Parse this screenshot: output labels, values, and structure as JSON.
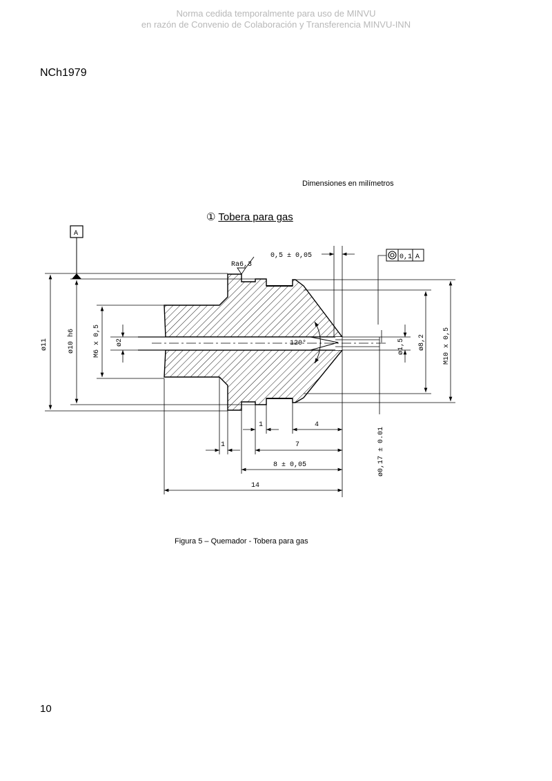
{
  "watermark": {
    "line1": "Norma cedida temporalmente para uso de MINVU",
    "line2": "en razón de Convenio de Colaboración y Transferencia MINVU-INN"
  },
  "header": {
    "standard_code": "NCh1979"
  },
  "figure": {
    "units_note": "Dimensiones en milímetros",
    "item_marker": "①",
    "item_title": "Tobera para gas",
    "caption": "Figura 5 – Quemador -  Tobera para gas",
    "datum_label": "A",
    "roughness_label": "Ra6,3",
    "tolerance_frame": {
      "value": "0,1",
      "datum": "A"
    },
    "dimensions": {
      "d11": "ø11",
      "d10": "ø10 h6",
      "m6": "M6 x 0,5",
      "d2": "ø2",
      "angle": "120°",
      "d1_5": "ø1,5",
      "d8_2": "ø8,2",
      "m10": "M10 x 0,5",
      "tip": "0,5 ± 0,05",
      "orifice": "ø0,17 ± 0.01",
      "len1a": "1",
      "len1b": "1",
      "len4": "4",
      "len7": "7",
      "len8": "8 ± 0,05",
      "len14": "14"
    }
  },
  "footer": {
    "page_number": "10"
  }
}
